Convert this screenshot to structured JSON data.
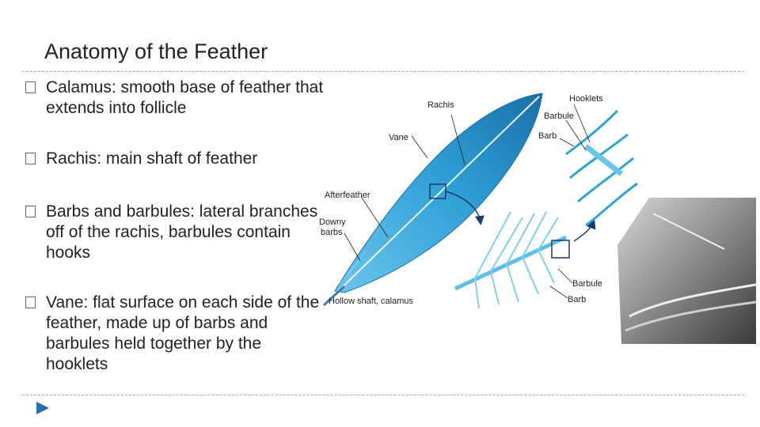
{
  "slide": {
    "title": "Anatomy of the Feather",
    "bullets": [
      {
        "text": "Calamus: smooth base of feather that extends into follicle"
      },
      {
        "text": "Rachis: main shaft of feather"
      },
      {
        "text": "Barbs and barbules: lateral branches off of the rachis, barbules contain hooks"
      },
      {
        "text": "Vane: flat surface on each side of the feather, made up of barbs and barbules held together by the hooklets"
      }
    ]
  },
  "figure": {
    "labels": {
      "rachis": "Rachis",
      "vane": "Vane",
      "afterfeather": "Afterfeather",
      "downy_barbs_1": "Downy",
      "downy_barbs_2": "barbs",
      "hollow_shaft": "Hollow shaft, calamus",
      "hooklets": "Hooklets",
      "barbule_top": "Barbule",
      "barb_top": "Barb",
      "barbule_bottom": "Barbule",
      "barb_bottom": "Barb"
    },
    "colors": {
      "feather_blue": "#2e9fd6",
      "feather_dark": "#1a6fa8",
      "barb_light": "#7fd0ee",
      "arrow": "#1a3a6a"
    }
  }
}
